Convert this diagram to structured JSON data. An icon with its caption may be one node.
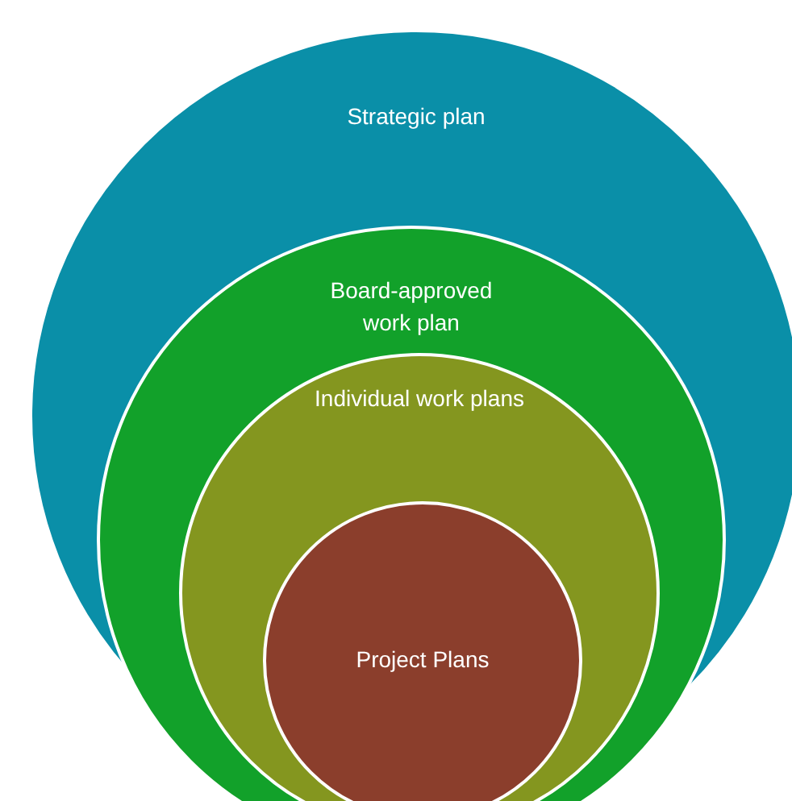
{
  "diagram": {
    "nodes": [
      {
        "text": [
          "Strategic plan"
        ]
      },
      {
        "text": [
          "Board-approved work plan"
        ],
        "in": 0
      },
      {
        "text": [
          "Individual work plans"
        ],
        "in": 1
      },
      {
        "text": [
          "Project Plans"
        ],
        "in": 2
      }
    ]
  }
}
